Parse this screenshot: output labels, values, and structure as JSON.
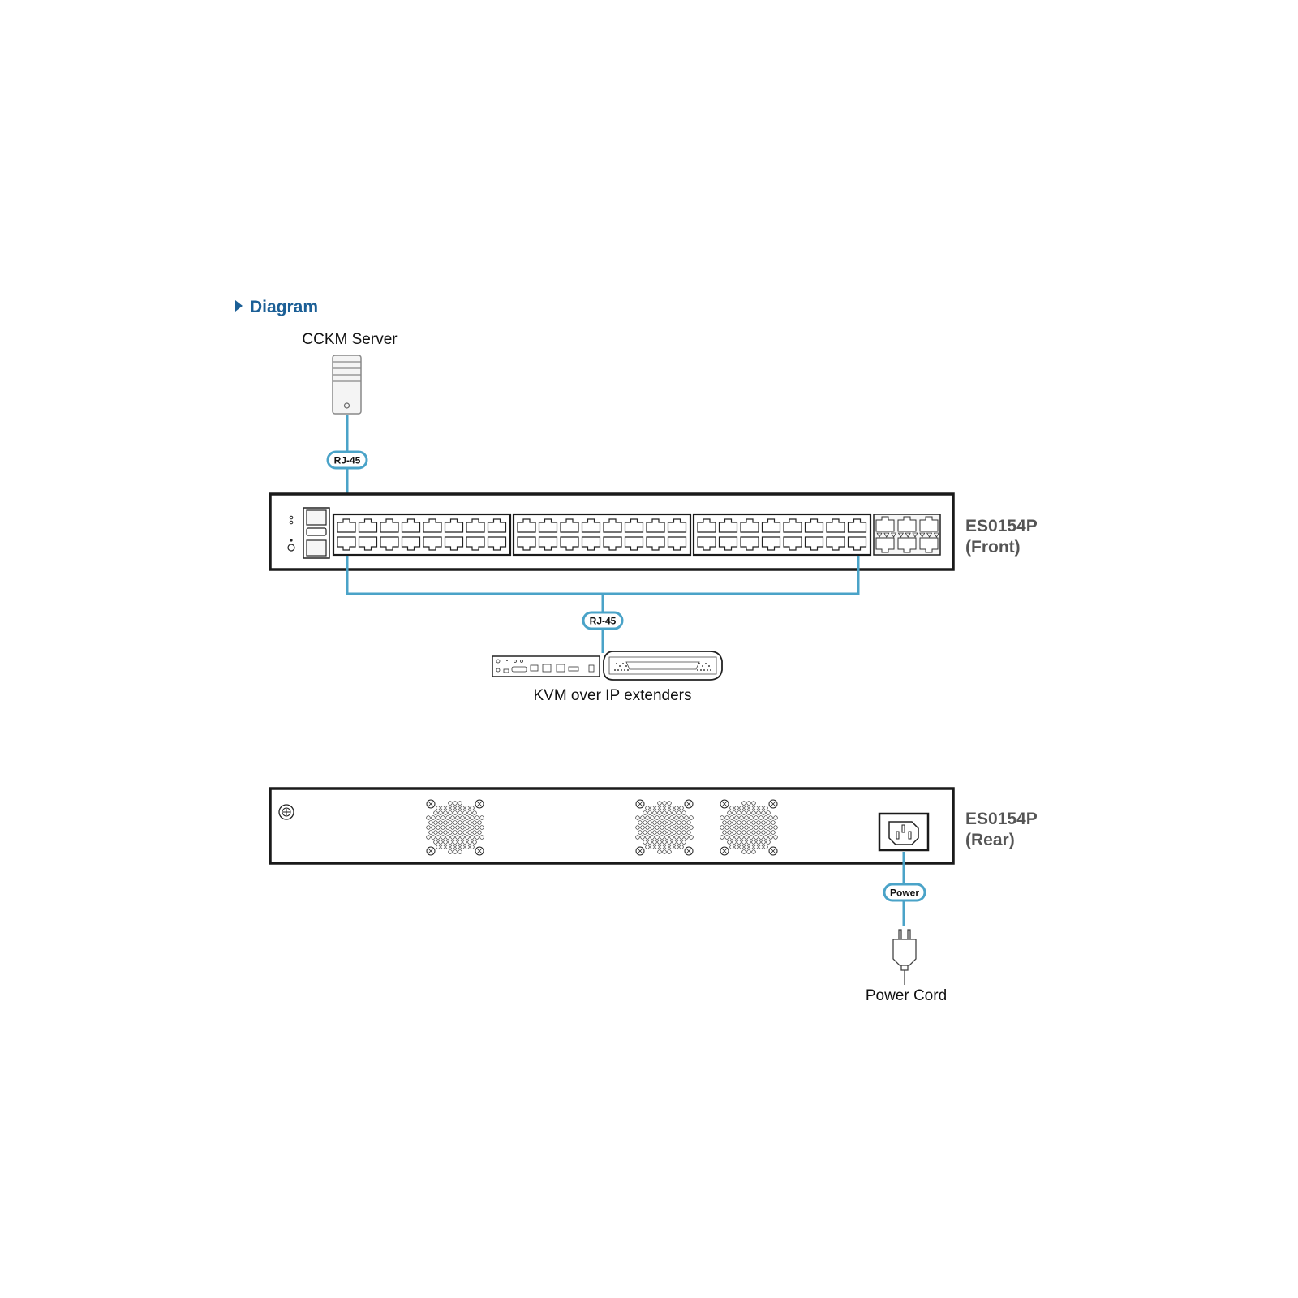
{
  "colors": {
    "accent": "#1b5f96",
    "cable": "#4aa3c8",
    "outline": "#1a1a1a",
    "device_fill": "#f2f2f2",
    "model_text": "#555555"
  },
  "diagram": {
    "heading": "Diagram",
    "heading_icon": "triangle-right-icon",
    "server_label": "CCKM Server",
    "cable_top_label": "RJ-45",
    "cable_bottom_label": "RJ-45",
    "front_model": "ES0154P",
    "front_view": "(Front)",
    "extenders_label": "KVM over IP extenders",
    "rear_model": "ES0154P",
    "rear_view": "(Rear)",
    "power_cable_label": "Power",
    "power_cord_label": "Power Cord"
  }
}
